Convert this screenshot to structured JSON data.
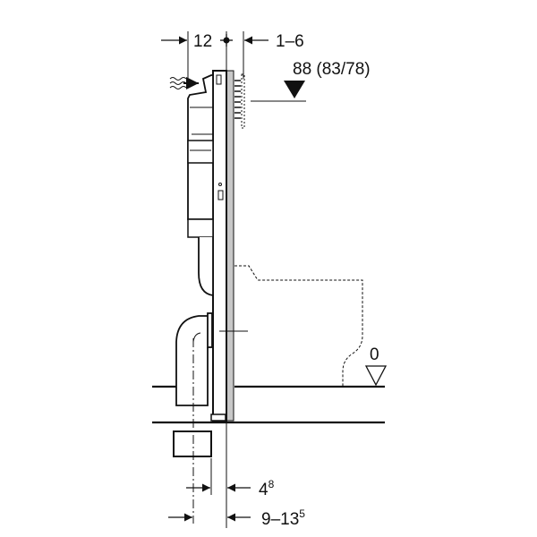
{
  "dimensions": {
    "top_left": "12",
    "top_right": "1–6",
    "height_mark": "88 (83/78)",
    "floor_level": "0",
    "bottom_1_base": "4",
    "bottom_1_sup": "8",
    "bottom_2_base": "9–13",
    "bottom_2_sup": "5"
  },
  "colors": {
    "line": "#111111",
    "panel": "#c8c8c8"
  }
}
